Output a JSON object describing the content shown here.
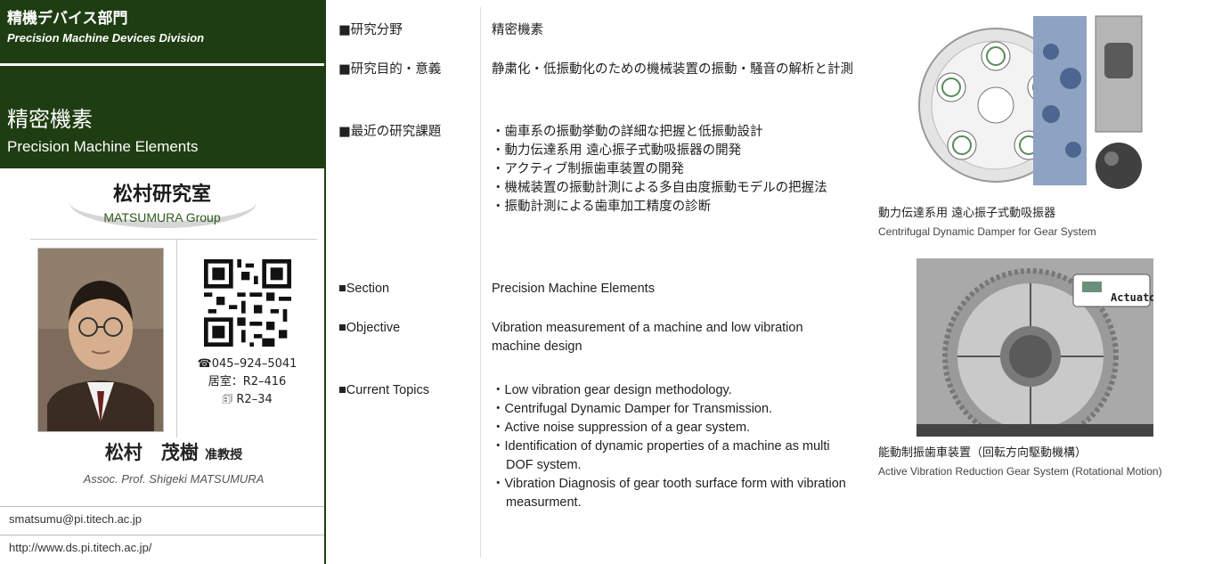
{
  "division": {
    "name_jp": "精機デバイス部門",
    "name_en": "Precision Machine Devices Division"
  },
  "topic": {
    "name_jp": "精密機素",
    "name_en": "Precision Machine Elements"
  },
  "lab": {
    "name_jp": "松村研究室",
    "name_en": "MATSUMURA Group"
  },
  "contact": {
    "phone": "☎045–924–5041",
    "room": "居室：R2–416",
    "mailbox": "🗊 R2–34",
    "email": "smatsumu@pi.titech.ac.jp",
    "url": "http://www.ds.pi.titech.ac.jp/"
  },
  "person": {
    "name_jp": "松村　茂樹",
    "title_jp": "准教授",
    "name_en": "Assoc. Prof. Shigeki MATSUMURA"
  },
  "jp": {
    "field_label": "■研究分野",
    "field": "精密機素",
    "purpose_label": "■研究目的・意義",
    "purpose": "静粛化・低振動化のための機械装置の振動・騒音の解析と計測",
    "topics_label": "■最近の研究課題",
    "topics": [
      "・歯車系の振動挙動の詳細な把握と低振動設計",
      "・動力伝達系用 遠心振子式動吸振器の開発",
      "・アクティブ制振歯車装置の開発",
      "・機械装置の振動計測による多自由度振動モデルの把握法",
      "・振動計測による歯車加工精度の診断"
    ]
  },
  "en": {
    "section_label": "■Section",
    "section": "Precision Machine Elements",
    "objective_label": "■Objective",
    "objective": "Vibration measurement of a machine and low vibration machine design",
    "topics_label": "■Current Topics",
    "topics": [
      "・Low vibration gear design methodology.",
      "・Centrifugal Dynamic Damper for Transmission.",
      "・Active noise suppression of a gear system.",
      "・Identification of dynamic properties of a machine as multi DOF system.",
      "・Vibration Diagnosis of gear tooth surface form with vibration measurment."
    ]
  },
  "figures": {
    "fig1_caption_jp": "動力伝達系用 遠心振子式動吸振器",
    "fig1_caption_en": "Centrifugal Dynamic Damper for Gear System",
    "fig2_label": "Actuator",
    "fig2_caption_jp": "能動制振歯車装置（回転方向駆動機構）",
    "fig2_caption_en": "Active Vibration Reduction Gear System (Rotational Motion)"
  }
}
